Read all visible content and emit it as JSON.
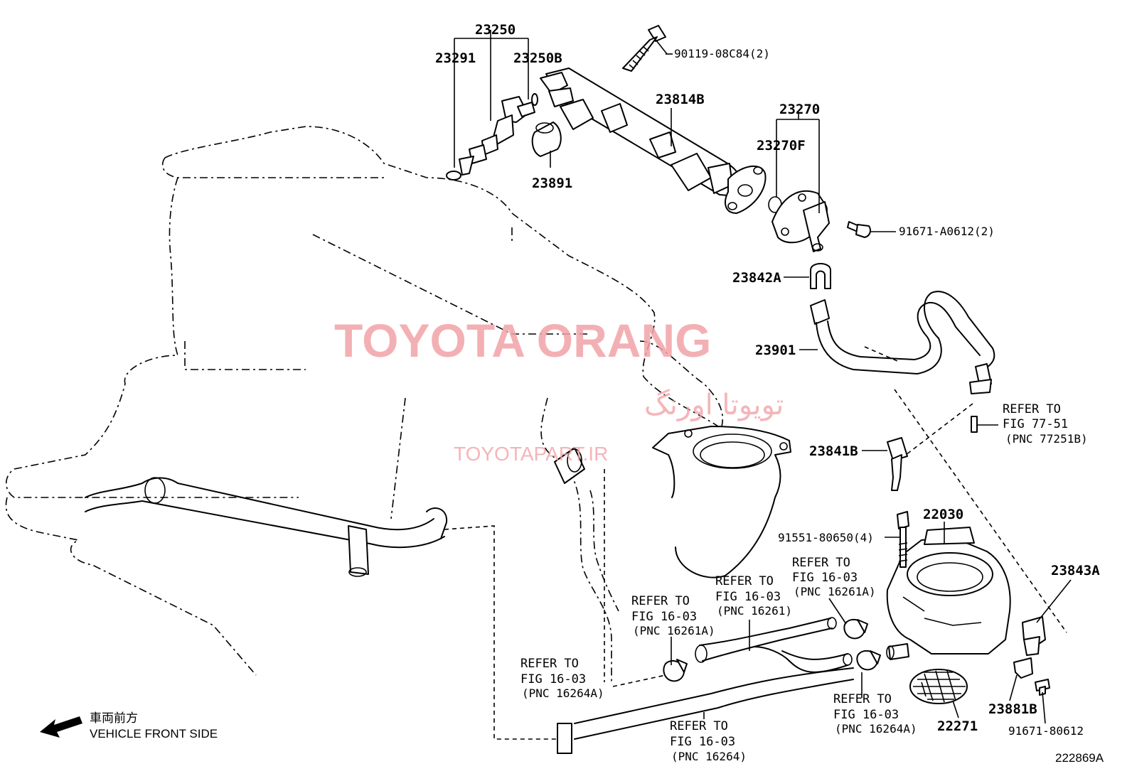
{
  "diagram_id": "222869A",
  "direction": {
    "label_jp": "車両前方",
    "label_en": "VEHICLE FRONT SIDE"
  },
  "watermark": {
    "title": "TOYOTA ORANG",
    "subtitle_fa": "تویوتا اورنگ",
    "site": "TOYOTAPART.IR"
  },
  "parts": {
    "p23250": "23250",
    "p23291": "23291",
    "p23250B": "23250B",
    "p90119": "90119-08C84(2)",
    "p23814B": "23814B",
    "p23891": "23891",
    "p23270": "23270",
    "p23270F": "23270F",
    "p91671a": "91671-A0612(2)",
    "p23842A": "23842A",
    "p23901": "23901",
    "p23841B": "23841B",
    "p22030": "22030",
    "p91551": "91551-80650(4)",
    "p23843A": "23843A",
    "p23881B": "23881B",
    "p22271": "22271",
    "p91671b": "91671-80612"
  },
  "refs": {
    "r7751": {
      "l1": "REFER TO",
      "l2": "FIG 77-51",
      "l3": "(PNC 77251B)"
    },
    "r16261A_top": {
      "l1": "REFER TO",
      "l2": "FIG 16-03",
      "l3": "(PNC 16261A)"
    },
    "r16261": {
      "l1": "REFER TO",
      "l2": "FIG 16-03",
      "l3": "(PNC 16261)"
    },
    "r16261A_left": {
      "l1": "REFER TO",
      "l2": "FIG 16-03",
      "l3": "(PNC 16261A)"
    },
    "r16264A_left": {
      "l1": "REFER TO",
      "l2": "FIG 16-03",
      "l3": "(PNC 16264A)"
    },
    "r16264": {
      "l1": "REFER TO",
      "l2": "FIG 16-03",
      "l3": "(PNC 16264)"
    },
    "r16264A_right": {
      "l1": "REFER TO",
      "l2": "FIG 16-03",
      "l3": "(PNC 16264A)"
    }
  }
}
